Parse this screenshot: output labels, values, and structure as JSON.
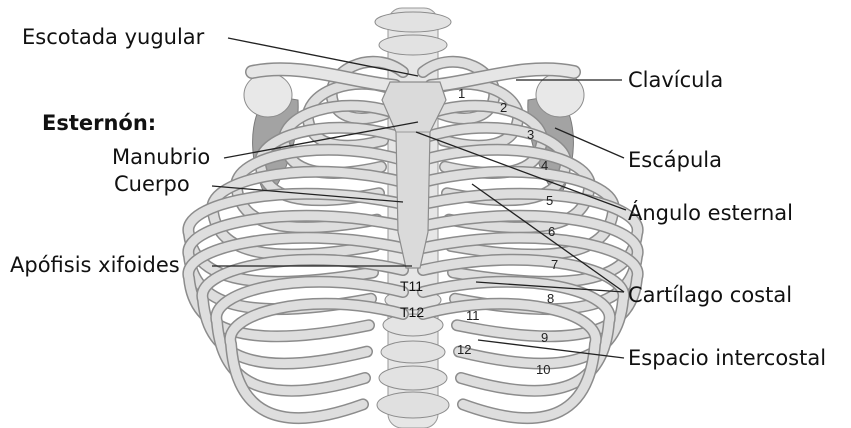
{
  "colors": {
    "bone": "#dedede",
    "bone_edge": "#8c8c8c",
    "bone_shadow": "#c4c4c4",
    "scapula": "#9d9d9d",
    "leader": "#222222",
    "text": "#111111"
  },
  "labels": {
    "escotada_yugular": "Escotada yugular",
    "esternon": "Esternón:",
    "manubrio": "Manubrio",
    "cuerpo": "Cuerpo",
    "apofisis_xifoides": "Apófisis xifoides",
    "clavicula": "Clavícula",
    "escapula": "Escápula",
    "angulo_esternal": "Ángulo esternal",
    "cartilago_costal": "Cartílago costal",
    "espacio_intercostal": "Espacio intercostal"
  },
  "rib_numbers": [
    "1",
    "2",
    "3",
    "4",
    "5",
    "6",
    "7",
    "8",
    "9",
    "10",
    "11",
    "12"
  ],
  "vertebrae": [
    "T11",
    "T12"
  ]
}
